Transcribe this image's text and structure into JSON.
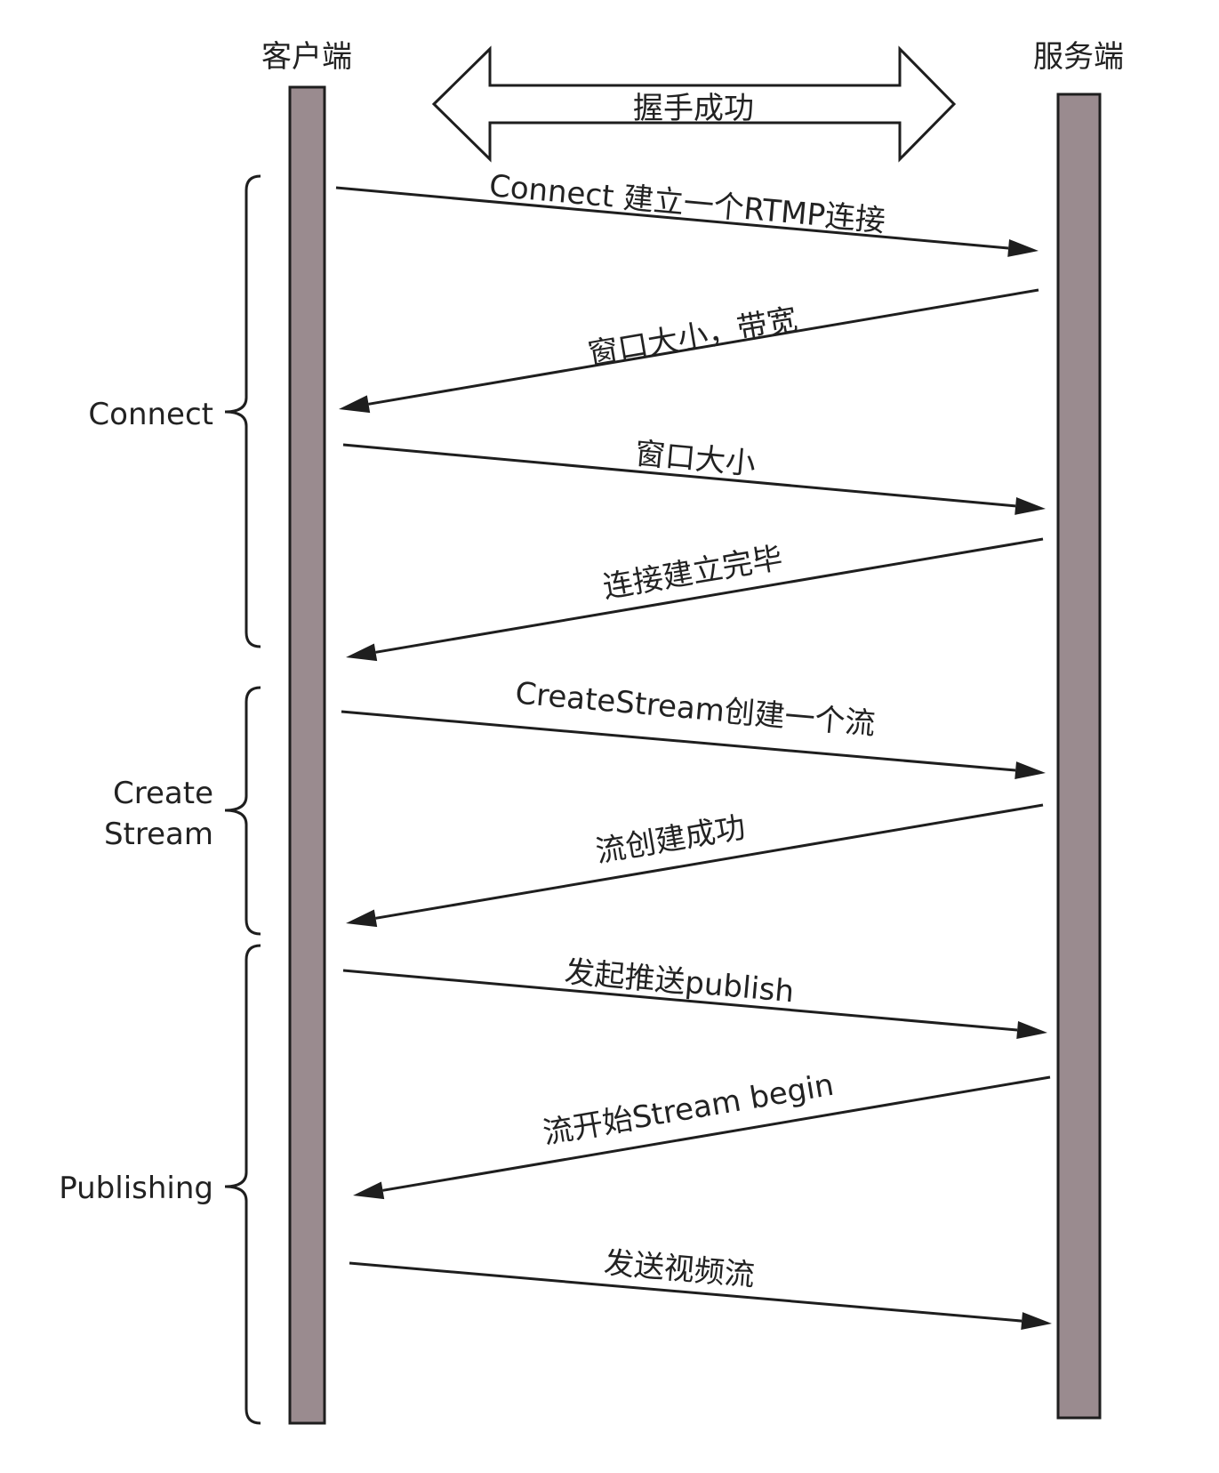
{
  "participants": {
    "client": "客户端",
    "server": "服务端"
  },
  "handshake_label": "握手成功",
  "messages": [
    {
      "label": "Connect 建立一个RTMP连接",
      "direction": "client-to-server"
    },
    {
      "label": "窗口大小，带宽",
      "direction": "server-to-client"
    },
    {
      "label": "窗口大小",
      "direction": "client-to-server"
    },
    {
      "label": "连接建立完毕",
      "direction": "server-to-client"
    },
    {
      "label": "CreateStream创建一个流",
      "direction": "client-to-server"
    },
    {
      "label": "流创建成功",
      "direction": "server-to-client"
    },
    {
      "label": "发起推送publish",
      "direction": "client-to-server"
    },
    {
      "label": "流开始Stream begin",
      "direction": "server-to-client"
    },
    {
      "label": "发送视频流",
      "direction": "client-to-server"
    }
  ],
  "phases": [
    {
      "lines": [
        "Connect"
      ]
    },
    {
      "lines": [
        "Create",
        "Stream"
      ]
    },
    {
      "lines": [
        "Publishing"
      ]
    }
  ],
  "colors": {
    "lifeline_fill": "#9a8b8f",
    "stroke": "#1e1e1e",
    "text": "#222222",
    "background": "#ffffff"
  }
}
